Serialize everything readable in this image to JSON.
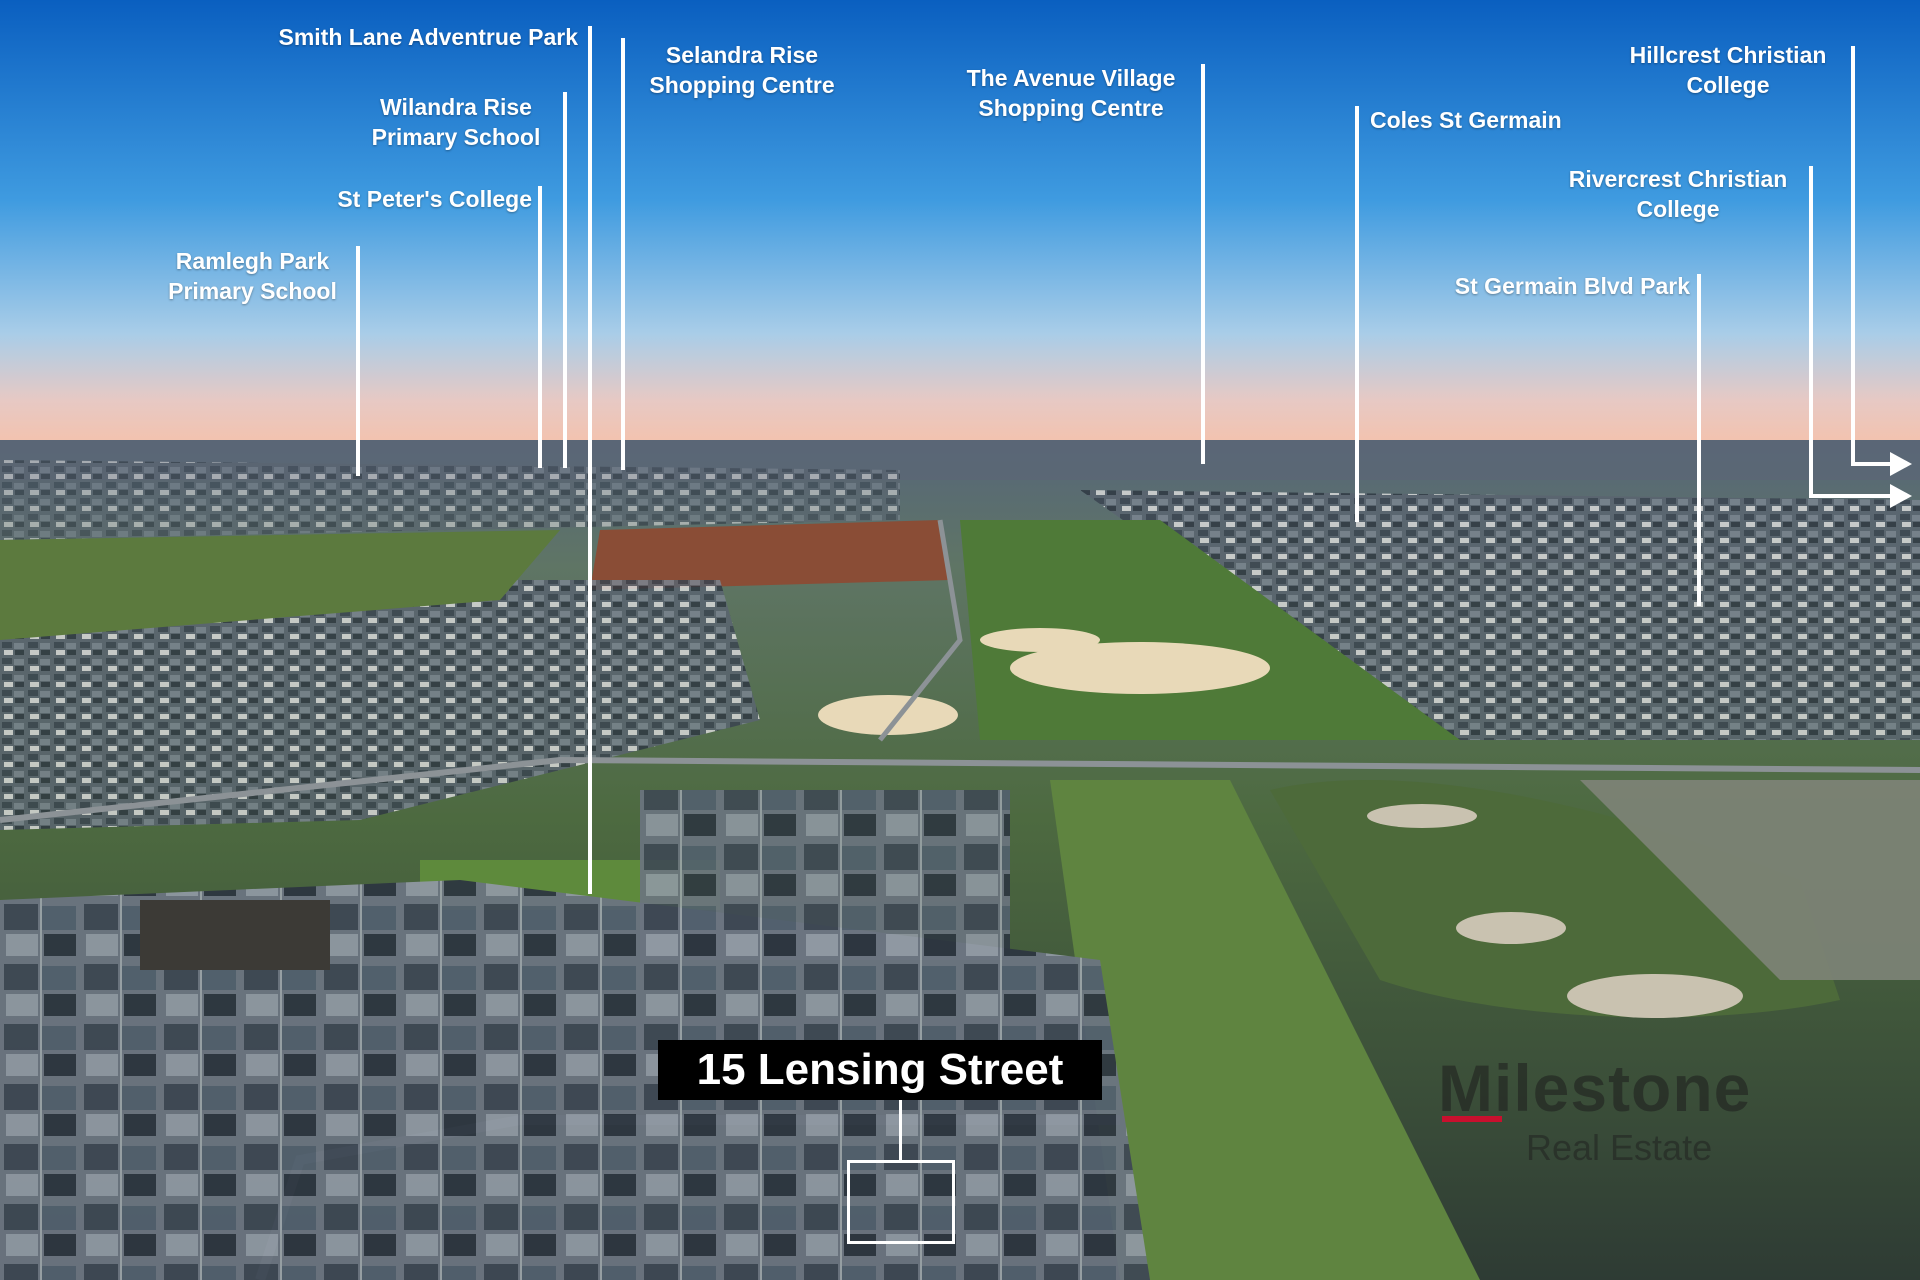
{
  "labels": {
    "smith_lane": [
      "Smith Lane Adventrue Park"
    ],
    "wilandra": [
      "Wilandra Rise",
      "Primary School"
    ],
    "st_peters": [
      "St Peter's College"
    ],
    "ramlegh": [
      "Ramlegh Park",
      "Primary School"
    ],
    "selandra": [
      "Selandra Rise",
      "Shopping Centre"
    ],
    "avenue": [
      "The Avenue Village",
      "Shopping Centre"
    ],
    "coles": [
      "Coles St Germain"
    ],
    "hillcrest": [
      "Hillcrest Christian",
      "College"
    ],
    "rivercrest": [
      "Rivercrest Christian",
      "College"
    ],
    "st_germain_park": [
      "St Germain Blvd Park"
    ]
  },
  "property": {
    "address": "15 Lensing Street"
  },
  "brand": {
    "name": "Milestone",
    "tagline": "Real Estate",
    "accent": "#c8102e"
  },
  "colors": {
    "sky_top": "#0b63c4",
    "sky_mid": "#5aaee6",
    "horizon": "#f2c6b4",
    "ground_far": "#6d8a8a",
    "ground_near": "#3f5a3a"
  }
}
